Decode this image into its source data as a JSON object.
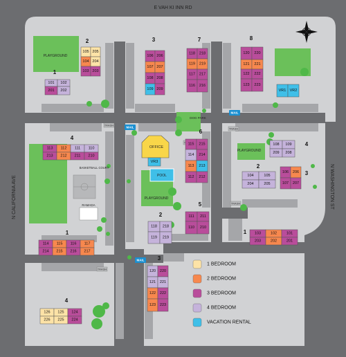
{
  "roads": {
    "north": "E VAH KI INN RD",
    "west": "N CALIFORNIA AVE",
    "east": "N WASHINGTON ST"
  },
  "colors": {
    "one_bedroom": "#fde3a7",
    "two_bedroom": "#f7884e",
    "three_bedroom": "#b94d9b",
    "four_bedroom": "#c5b3db",
    "vacation_rental": "#3fbfe8",
    "grass": "#6bc05a",
    "tree": "#4fb848",
    "ground": "#d1d2d4",
    "road": "#6c6d70",
    "parking": "#a5a6a9"
  },
  "labels": {
    "playground_1": "PLAYGROUND",
    "playground_2": "PLAYGROUND",
    "playground_3": "PLAYGROUND",
    "dog_park": "DOG PARK",
    "office": "OFFICE",
    "pool": "POOL",
    "basketball": "BASKETBALL COURT",
    "ramada": "RAMADA"
  },
  "mail_label": "MAIL",
  "trash_label": "TRASH",
  "legend": [
    {
      "key": "one_bedroom",
      "label": "1 BEDROOM"
    },
    {
      "key": "two_bedroom",
      "label": "2 BEDROOM"
    },
    {
      "key": "three_bedroom",
      "label": "3 BEDROOM"
    },
    {
      "key": "four_bedroom",
      "label": "4 BEDROOM"
    },
    {
      "key": "vacation_rental",
      "label": "VACATION RENTAL"
    }
  ],
  "buildings": [
    {
      "number": "1",
      "units": [
        {
          "id": "101",
          "type": "four_bedroom"
        },
        {
          "id": "102",
          "type": "four_bedroom"
        },
        {
          "id": "201",
          "type": "three_bedroom"
        },
        {
          "id": "202",
          "type": "four_bedroom"
        }
      ]
    },
    {
      "number": "2",
      "units": [
        {
          "id": "105",
          "type": "one_bedroom"
        },
        {
          "id": "205",
          "type": "one_bedroom"
        },
        {
          "id": "104",
          "type": "two_bedroom"
        },
        {
          "id": "204",
          "type": "one_bedroom"
        },
        {
          "id": "103",
          "type": "three_bedroom"
        },
        {
          "id": "203",
          "type": "three_bedroom"
        }
      ]
    },
    {
      "number": "3",
      "units": [
        {
          "id": "106",
          "type": "three_bedroom"
        },
        {
          "id": "206",
          "type": "three_bedroom"
        },
        {
          "id": "107",
          "type": "two_bedroom"
        },
        {
          "id": "207",
          "type": "two_bedroom"
        },
        {
          "id": "108",
          "type": "three_bedroom"
        },
        {
          "id": "208",
          "type": "three_bedroom"
        },
        {
          "id": "109",
          "type": "vacation_rental"
        },
        {
          "id": "209",
          "type": "three_bedroom"
        }
      ]
    },
    {
      "number": "7",
      "units": [
        {
          "id": "118",
          "type": "three_bedroom"
        },
        {
          "id": "218",
          "type": "three_bedroom"
        },
        {
          "id": "119",
          "type": "two_bedroom"
        },
        {
          "id": "219",
          "type": "two_bedroom"
        },
        {
          "id": "117",
          "type": "three_bedroom"
        },
        {
          "id": "217",
          "type": "three_bedroom"
        },
        {
          "id": "116",
          "type": "three_bedroom"
        },
        {
          "id": "216",
          "type": "three_bedroom"
        }
      ]
    },
    {
      "number": "8",
      "units": [
        {
          "id": "120",
          "type": "three_bedroom"
        },
        {
          "id": "220",
          "type": "three_bedroom"
        },
        {
          "id": "121",
          "type": "two_bedroom"
        },
        {
          "id": "221",
          "type": "two_bedroom"
        },
        {
          "id": "122",
          "type": "three_bedroom"
        },
        {
          "id": "222",
          "type": "three_bedroom"
        },
        {
          "id": "123",
          "type": "three_bedroom"
        },
        {
          "id": "223",
          "type": "three_bedroom"
        }
      ]
    },
    {
      "number": "",
      "units": [
        {
          "id": "VR1",
          "type": "vacation_rental"
        },
        {
          "id": "VR2",
          "type": "vacation_rental"
        }
      ]
    },
    {
      "number": "4",
      "units": [
        {
          "id": "113",
          "type": "three_bedroom"
        },
        {
          "id": "112",
          "type": "two_bedroom"
        },
        {
          "id": "111",
          "type": "four_bedroom"
        },
        {
          "id": "110",
          "type": "four_bedroom"
        },
        {
          "id": "213",
          "type": "three_bedroom"
        },
        {
          "id": "212",
          "type": "two_bedroom"
        },
        {
          "id": "211",
          "type": "three_bedroom"
        },
        {
          "id": "210",
          "type": "three_bedroom"
        }
      ]
    },
    {
      "number": "",
      "units": [
        {
          "id": "VR3",
          "type": "vacation_rental"
        }
      ]
    },
    {
      "number": "6",
      "units": [
        {
          "id": "115",
          "type": "three_bedroom"
        },
        {
          "id": "215",
          "type": "three_bedroom"
        },
        {
          "id": "114",
          "type": "four_bedroom"
        },
        {
          "id": "214",
          "type": "three_bedroom"
        },
        {
          "id": "113",
          "type": "two_bedroom"
        },
        {
          "id": "213",
          "type": "vacation_rental"
        },
        {
          "id": "112",
          "type": "three_bedroom"
        },
        {
          "id": "212",
          "type": "three_bedroom"
        }
      ]
    },
    {
      "number": "4",
      "units": [
        {
          "id": "108",
          "type": "four_bedroom"
        },
        {
          "id": "109",
          "type": "four_bedroom"
        },
        {
          "id": "209",
          "type": "four_bedroom"
        },
        {
          "id": "208",
          "type": "four_bedroom"
        }
      ]
    },
    {
      "number": "2",
      "units": [
        {
          "id": "104",
          "type": "four_bedroom"
        },
        {
          "id": "105",
          "type": "four_bedroom"
        },
        {
          "id": "204",
          "type": "four_bedroom"
        },
        {
          "id": "205",
          "type": "four_bedroom"
        }
      ]
    },
    {
      "number": "3",
      "units": [
        {
          "id": "106",
          "type": "three_bedroom"
        },
        {
          "id": "206",
          "type": "two_bedroom"
        },
        {
          "id": "107",
          "type": "three_bedroom"
        },
        {
          "id": "207",
          "type": "three_bedroom"
        }
      ]
    },
    {
      "number": "5",
      "units": [
        {
          "id": "111",
          "type": "three_bedroom"
        },
        {
          "id": "211",
          "type": "three_bedroom"
        },
        {
          "id": "110",
          "type": "three_bedroom"
        },
        {
          "id": "210",
          "type": "three_bedroom"
        }
      ]
    },
    {
      "number": "2",
      "units": [
        {
          "id": "118",
          "type": "four_bedroom"
        },
        {
          "id": "218",
          "type": "four_bedroom"
        },
        {
          "id": "119",
          "type": "four_bedroom"
        },
        {
          "id": "219",
          "type": "four_bedroom"
        }
      ]
    },
    {
      "number": "1",
      "units": [
        {
          "id": "103",
          "type": "three_bedroom"
        },
        {
          "id": "102",
          "type": "two_bedroom"
        },
        {
          "id": "101",
          "type": "three_bedroom"
        },
        {
          "id": "203",
          "type": "three_bedroom"
        },
        {
          "id": "202",
          "type": "two_bedroom"
        },
        {
          "id": "201",
          "type": "three_bedroom"
        }
      ]
    },
    {
      "number": "1",
      "units": [
        {
          "id": "114",
          "type": "three_bedroom"
        },
        {
          "id": "115",
          "type": "two_bedroom"
        },
        {
          "id": "116",
          "type": "three_bedroom"
        },
        {
          "id": "117",
          "type": "two_bedroom"
        },
        {
          "id": "214",
          "type": "three_bedroom"
        },
        {
          "id": "215",
          "type": "two_bedroom"
        },
        {
          "id": "216",
          "type": "three_bedroom"
        },
        {
          "id": "217",
          "type": "two_bedroom"
        }
      ]
    },
    {
      "number": "3",
      "units": [
        {
          "id": "120",
          "type": "four_bedroom"
        },
        {
          "id": "220",
          "type": "three_bedroom"
        },
        {
          "id": "121",
          "type": "four_bedroom"
        },
        {
          "id": "221",
          "type": "four_bedroom"
        },
        {
          "id": "122",
          "type": "two_bedroom"
        },
        {
          "id": "222",
          "type": "three_bedroom"
        },
        {
          "id": "123",
          "type": "two_bedroom"
        },
        {
          "id": "223",
          "type": "three_bedroom"
        }
      ]
    },
    {
      "number": "4",
      "units": [
        {
          "id": "126",
          "type": "one_bedroom"
        },
        {
          "id": "125",
          "type": "one_bedroom"
        },
        {
          "id": "124",
          "type": "three_bedroom"
        },
        {
          "id": "226",
          "type": "one_bedroom"
        },
        {
          "id": "225",
          "type": "one_bedroom"
        },
        {
          "id": "224",
          "type": "three_bedroom"
        }
      ]
    }
  ]
}
